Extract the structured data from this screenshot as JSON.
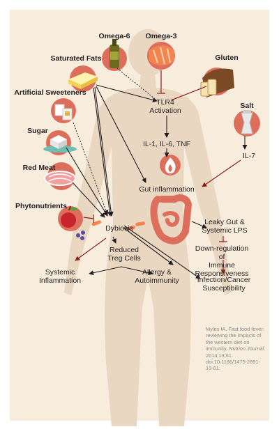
{
  "colors": {
    "panel_bg": "#f8ecdc",
    "silhouette": "#e9d7c2",
    "icon_circle": "#dd6e5b",
    "arrow_black": "#231f20",
    "arrow_red": "#8b1a1a",
    "citation_text": "#8a8a8a"
  },
  "foods": {
    "omega6": "Omega-6",
    "omega3": "Omega-3",
    "saturated_fats": "Saturated Fats",
    "gluten": "Gluten",
    "artificial_sweeteners": "Artificial Sweeteners",
    "salt": "Salt",
    "sugar": "Sugar",
    "red_meat": "Red Meat",
    "phytonutrients": "Phytonutrients"
  },
  "effects": {
    "tlr4": "TLR4\nActivation",
    "il": "IL-1, IL-6, TNF",
    "il7": "IL-7",
    "gut_inflammation": "Gut inflammation",
    "leaky_gut": "Leaky Gut &\nSystemic LPS",
    "dybiosis": "Dybiosis",
    "reduced_treg": "Reduced\nTreg Cells",
    "down_regulation": "Down-regulation of\nImmune Responsiveness",
    "systemic_inflammation": "Systemic\nInflammation",
    "allergy": "Allergy &\nAutoimmunity",
    "infection": "Infection/Cancer\nSusceptibility"
  },
  "citation": {
    "part1": "Myles IA. Fast food fever: reviewing the impacts of the western diet on immunity. ",
    "journal": "Nutrion Journal",
    "part2": ". 2014;13:61. doi:10.1186/1475-2891-13-61."
  }
}
